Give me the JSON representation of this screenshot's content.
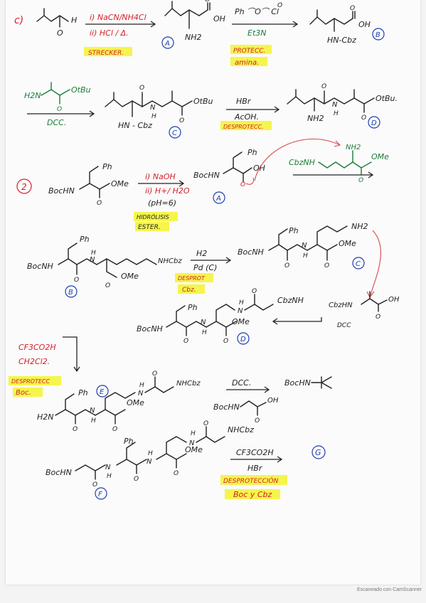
{
  "labels": {
    "part_c": "c)",
    "part_2": "2",
    "footer": "Escaneado con CamScanner"
  },
  "row1": {
    "aldehyde_h": "H",
    "aldehyde_o": "O",
    "reagent1": "i) NaCN/NH4Cl",
    "reagent2": "ii) HCl / Δ.",
    "highlight": "STRECKER.",
    "productA_oh": "OH",
    "productA_o": "O",
    "productA_nh2": "NH2",
    "circleA": "A",
    "cbz_reagent": "Ph ⌒O⌒ Cl",
    "cbz_reagent_o": "O",
    "base": "Et3N",
    "highlight2a": "PROTECC.",
    "highlight2b": "amina.",
    "productB_oh": "OH",
    "productB_o": "O",
    "productB_nhcbz": "HN-Cbz",
    "circleB": "B"
  },
  "row2": {
    "ester_amine": "H2N",
    "ester_o": "O",
    "ester_group": "OtBu",
    "coupling": "DCC.",
    "productC_o1": "O",
    "productC_n": "N",
    "productC_h": "H",
    "productC_o2": "O",
    "productC_otbu": "OtBu",
    "productC_nhcbz": "HN - Cbz",
    "circleC": "C",
    "reagent1": "HBr",
    "reagent2": "AcOH.",
    "highlight": "DESPROTECC.",
    "productD_o1": "O",
    "productD_n": "N",
    "productD_h": "H",
    "productD_o2": "O",
    "productD_otbu": "OtBu.",
    "productD_nh2": "NH2",
    "circleD": "D"
  },
  "row3": {
    "ph": "Ph",
    "bochn": "BocHN",
    "ome": "OMe",
    "o": "O",
    "reagent1": "i) NaOH",
    "reagent2": "ii) H+/ H2O",
    "reagent3": "(pH=6)",
    "highlight1": "HIDRÓLISIS",
    "highlight2": "ESTER.",
    "productA_ph": "Ph",
    "productA_bochn": "BocHN",
    "productA_oh": "OH",
    "productA_o": "O",
    "circleA": "A",
    "amine_cbznh": "CbzNH",
    "amine_nh2": "NH2",
    "amine_ome": "OMe",
    "amine_o": "O"
  },
  "row4": {
    "ph": "Ph",
    "bocnh": "BocNH",
    "n": "N",
    "h": "H",
    "o1": "O",
    "o2": "O",
    "ome": "OMe",
    "nhcbz": "NHCbz",
    "circleB": "B",
    "reagent1": "H2",
    "reagent2": "Pd (C)",
    "highlight1": "DESPROT",
    "highlight2": "Cbz.",
    "productC_ph": "Ph",
    "productC_bocnh": "BocNH",
    "productC_n": "N",
    "productC_h": "H",
    "productC_o1": "O",
    "productC_o2": "O",
    "productC_ome": "OMe",
    "productC_nh2": "NH2",
    "circleC": "C"
  },
  "row5": {
    "ph": "Ph",
    "bocnh": "BocNH",
    "n1": "N",
    "h1": "H",
    "o1": "O",
    "o2": "O",
    "ome": "OMe",
    "n2": "N",
    "h2": "H",
    "o3": "O",
    "cbznh": "CbzNH",
    "circleD": "D",
    "reagent_cbzhn": "CbzHN",
    "reagent_oh": "OH",
    "reagent_o": "O",
    "coupling": "DCC"
  },
  "row6": {
    "reagent1": "CF3CO2H",
    "reagent2": "CH2Cl2.",
    "highlight1": "DESPROTECC",
    "highlight2": "Boc.",
    "ph": "Ph",
    "circleE": "E",
    "h2n": "H2N",
    "n1": "N",
    "h1": "H",
    "o1": "O",
    "o2": "O",
    "ome": "OMe",
    "n2": "N",
    "h2": "H",
    "o3": "O",
    "nhcbz": "NHCbz",
    "coupling": "DCC.",
    "glycine": "BocHN",
    "glycine_oh": "OH",
    "glycine_o": "O",
    "byproduct": "BocHN"
  },
  "row7": {
    "ph": "Ph",
    "bochn": "BocHN",
    "n1": "N",
    "h1": "H",
    "o1": "O",
    "n2": "N",
    "h2": "H",
    "o2": "O",
    "o3": "O",
    "ome": "OMe",
    "n3": "N",
    "h3": "H",
    "o4": "O",
    "nhcbz": "NHCbz",
    "circleF": "F",
    "reagent1": "CF3CO2H",
    "reagent2": "HBr",
    "highlight1": "DESPROTECCIÓN",
    "highlight2": "Boc y Cbz",
    "circleG": "G"
  }
}
